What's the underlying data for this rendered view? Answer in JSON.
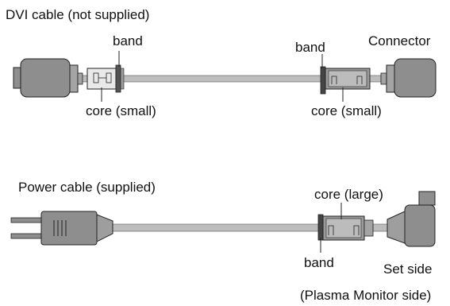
{
  "dvi": {
    "title": "DVI cable (not supplied)",
    "band_left": "band",
    "band_right": "band",
    "connector": "Connector",
    "core_left": "core (small)",
    "core_right": "core (small)"
  },
  "power": {
    "title": "Power cable (supplied)",
    "core": "core (large)",
    "band": "band",
    "set_side": "Set side",
    "monitor_side": "(Plasma Monitor side)"
  },
  "colors": {
    "cable": "#bdbdbd",
    "connector_body": "#8e8e8e",
    "core_fill": "#9a9a9a",
    "outline": "#222222",
    "text": "#111111"
  },
  "icons": {
    "dvi_plug_left": "dvi-connector-icon",
    "dvi_plug_right": "dvi-connector-icon",
    "ac_plug": "ac-power-plug-icon",
    "set_plug": "angled-power-connector-icon"
  }
}
